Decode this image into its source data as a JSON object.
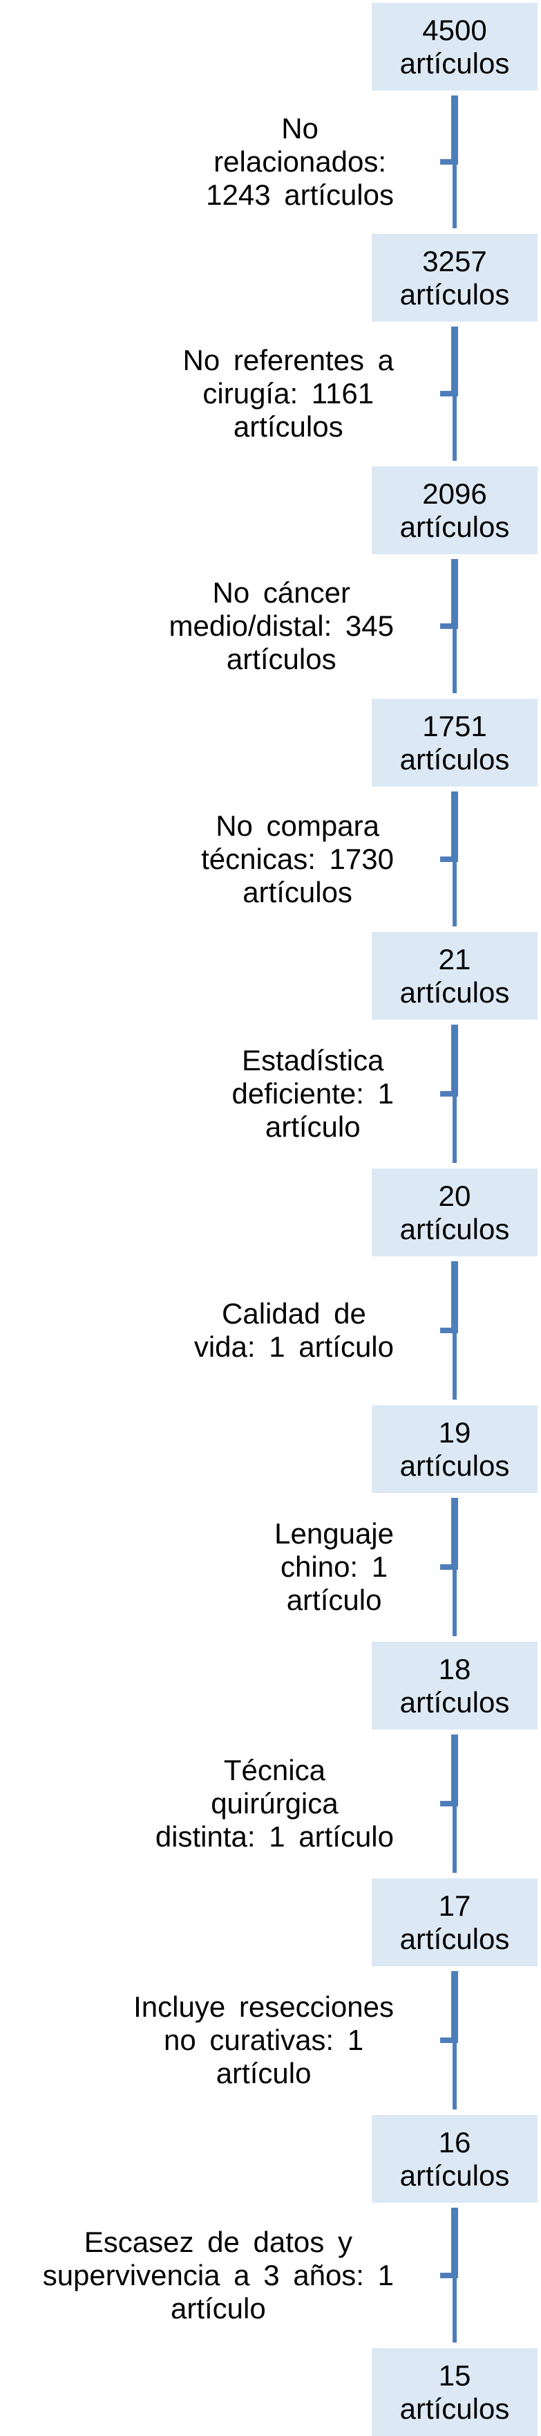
{
  "diagram": {
    "boxes": [
      {
        "count": "4500",
        "unit": "artículos"
      },
      {
        "count": "3257",
        "unit": "artículos"
      },
      {
        "count": "2096",
        "unit": "artículos"
      },
      {
        "count": "1751",
        "unit": "artículos"
      },
      {
        "count": "21",
        "unit": "artículos"
      },
      {
        "count": "20",
        "unit": "artículos"
      },
      {
        "count": "19",
        "unit": "artículos"
      },
      {
        "count": "18",
        "unit": "artículos"
      },
      {
        "count": "17",
        "unit": "artículos"
      },
      {
        "count": "16",
        "unit": "artículos"
      },
      {
        "count": "15",
        "unit": "artículos"
      }
    ],
    "exclusions": [
      {
        "lines": [
          "No",
          "relacionados:",
          "1243 artículos"
        ]
      },
      {
        "lines": [
          "No referentes a",
          "cirugía: 1161",
          "artículos"
        ]
      },
      {
        "lines": [
          "No cáncer",
          "medio/distal: 345",
          "artículos"
        ]
      },
      {
        "lines": [
          "No compara",
          "técnicas: 1730",
          "artículos"
        ]
      },
      {
        "lines": [
          "Estadística",
          "deficiente: 1",
          "artículo"
        ]
      },
      {
        "lines": [
          "Calidad de",
          "vida: 1 artículo"
        ]
      },
      {
        "lines": [
          "Lenguaje",
          "chino: 1",
          "artículo"
        ]
      },
      {
        "lines": [
          "Técnica",
          "quirúrgica",
          "distinta: 1 artículo"
        ]
      },
      {
        "lines": [
          "Incluye resecciones",
          "no curativas: 1",
          "artículo"
        ]
      },
      {
        "lines": [
          "Escasez de datos y",
          "supervivencia a 3 años: 1",
          "artículo"
        ]
      }
    ]
  },
  "colors": {
    "box_fill": "#dce9f5",
    "connector": "#4e7eba",
    "text": "#000000"
  }
}
